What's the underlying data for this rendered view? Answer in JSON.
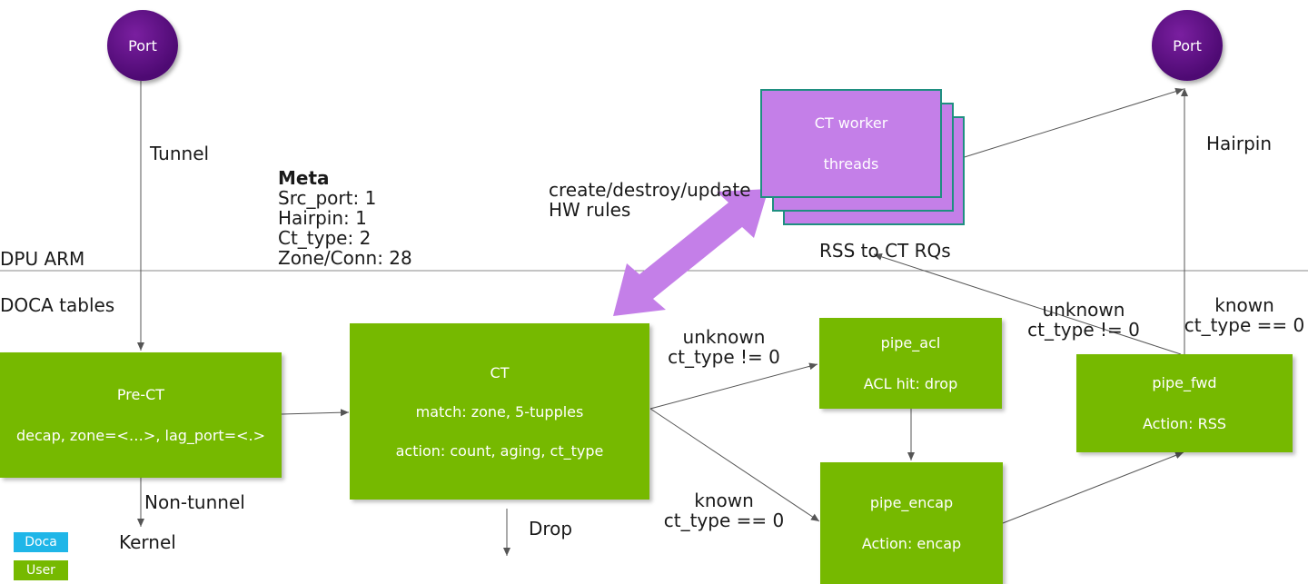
{
  "ports": {
    "left": "Port",
    "right": "Port"
  },
  "labels": {
    "tunnel": "Tunnel",
    "hairpin": "Hairpin",
    "dpu_arm": "DPU ARM",
    "doca_tables": "DOCA tables",
    "non_tunnel": "Non-tunnel",
    "kernel": "Kernel",
    "drop": "Drop",
    "rss_to_ct": "RSS to CT RQs",
    "create_line1": "create/destroy/update",
    "create_line2": "HW rules"
  },
  "meta": {
    "title": "Meta",
    "lines": [
      "Src_port: 1",
      "Hairpin: 1",
      "Ct_type: 2",
      "Zone/Conn: 28"
    ]
  },
  "conditions": {
    "ct_unknown": [
      "unknown",
      "ct_type != 0"
    ],
    "ct_known": [
      "known",
      "ct_type == 0"
    ],
    "fwd_unknown": [
      "unknown",
      "ct_type != 0"
    ],
    "fwd_known": [
      "known",
      "ct_type == 0"
    ]
  },
  "boxes": {
    "pre_ct": {
      "title": "Pre-CT",
      "line": "decap, zone=<…>, lag_port=<.>"
    },
    "ct": {
      "title": "CT",
      "line1": "match: zone, 5-tupples",
      "line2": "action: count, aging, ct_type"
    },
    "pipe_acl": {
      "title": "pipe_acl",
      "line": "ACL hit: drop"
    },
    "pipe_encap": {
      "title": "pipe_encap",
      "line": "Action: encap"
    },
    "pipe_fwd": {
      "title": "pipe_fwd",
      "line": "Action: RSS"
    },
    "ct_worker": {
      "line1": "CT worker",
      "line2": "threads"
    }
  },
  "legend": {
    "doca": "Doca",
    "user": "User"
  },
  "colors": {
    "user_green": "#76b900",
    "doca_blue": "#1fb6e8",
    "port_purple": "#5a0f82",
    "worker_purple": "#c47fe8",
    "arrow_purple": "#c47fe8"
  }
}
